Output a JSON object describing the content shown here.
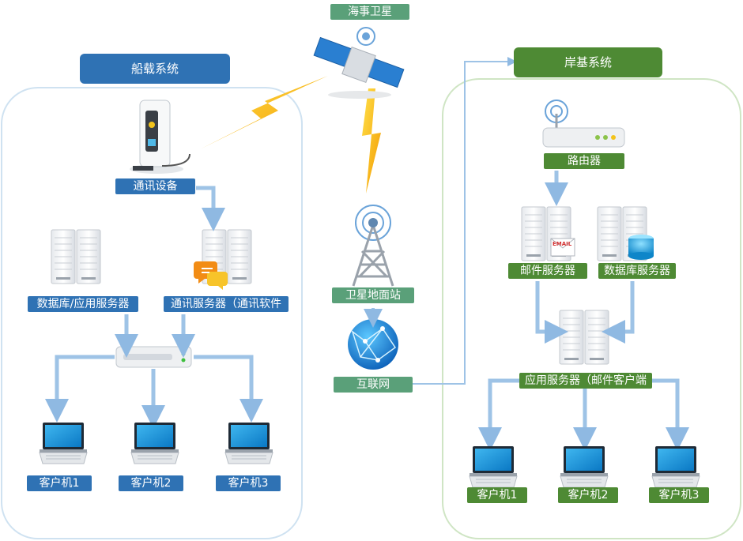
{
  "ship_system": {
    "title": "船载系统",
    "comm_device": "通讯设备",
    "db_app_server": "数据库/应用服务器",
    "comm_server": "通讯服务器（通讯软件",
    "clients": [
      "客户机1",
      "客户机2",
      "客户机3"
    ]
  },
  "satellite": {
    "title": "海事卫星"
  },
  "ground": {
    "station": "卫星地面站",
    "internet": "互联网"
  },
  "shore_system": {
    "title": "岸基系统",
    "router": "路由器",
    "mail_server": "邮件服务器",
    "db_server": "数据库服务器",
    "app_server": "应用服务器（邮件客户端",
    "clients": [
      "客户机1",
      "客户机2",
      "客户机3"
    ],
    "email_tag": "EMAIL"
  },
  "colors": {
    "ship_label": "#2f72b4",
    "shore_label": "#4e8a34",
    "center_label": "#5aa079",
    "arrow": "#8fb9e2",
    "lightning": "#f6b200"
  }
}
